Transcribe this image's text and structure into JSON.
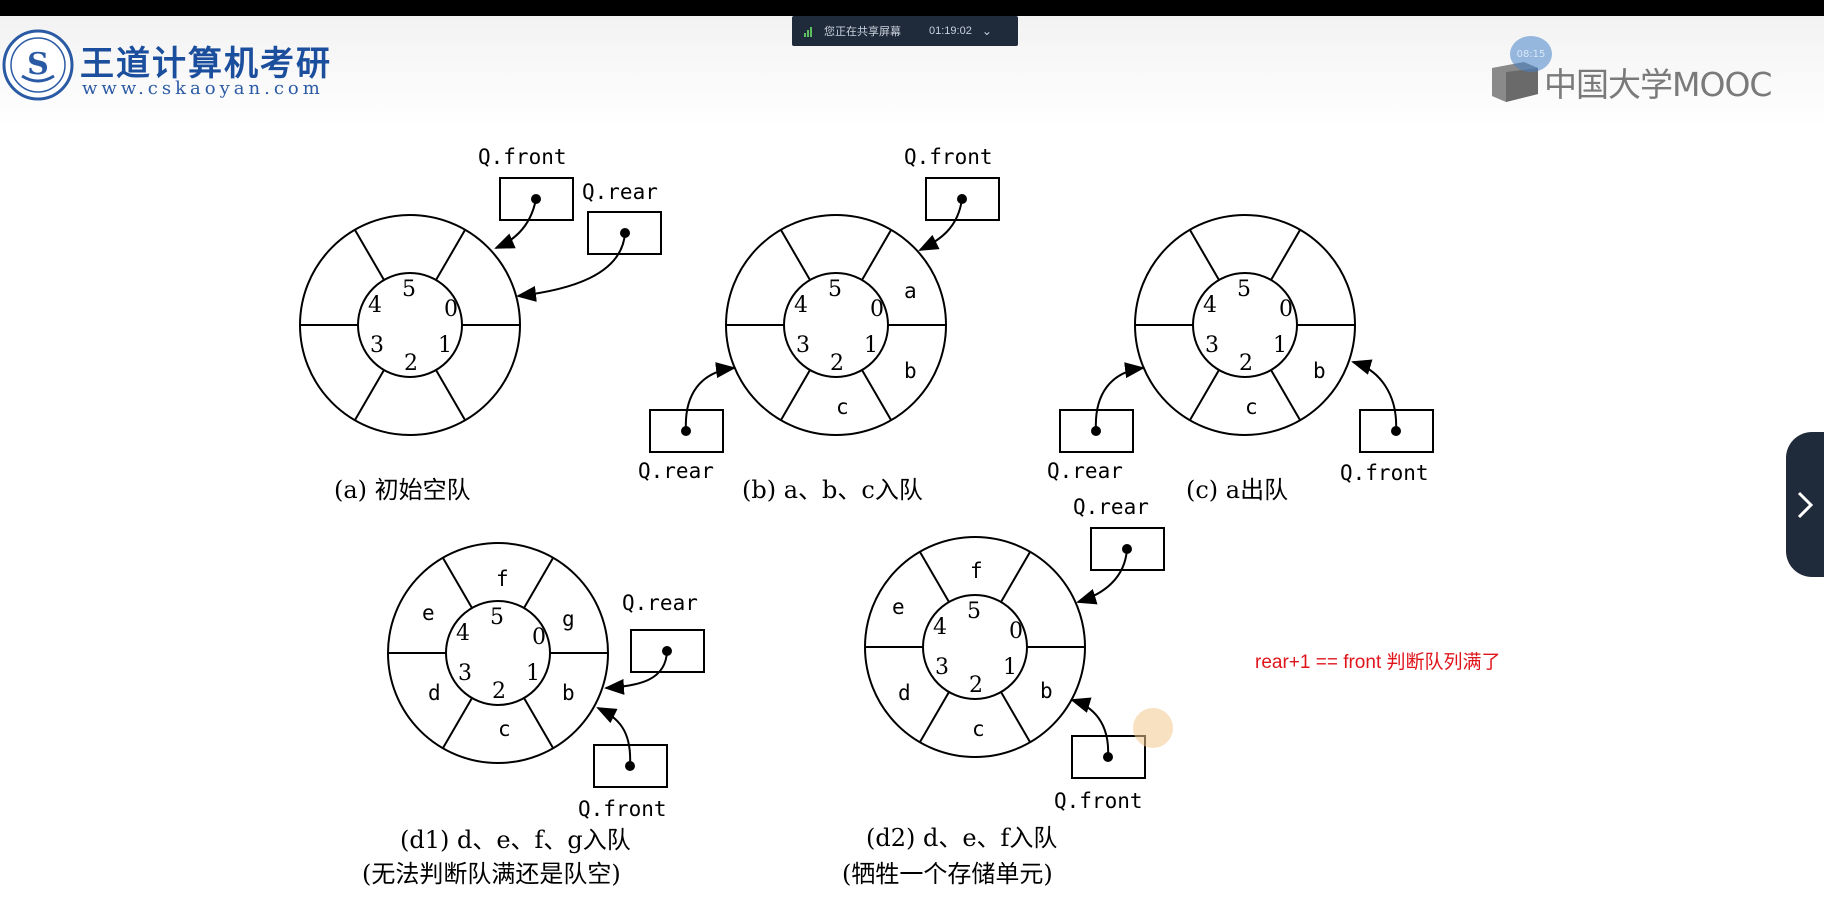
{
  "header": {
    "brand_title": "王道计算机考研",
    "brand_url": "www.cskaoyan.com",
    "mooc_label": "中国大学MOOC",
    "avatar_badge": "08:15"
  },
  "share_bar": {
    "status_text": "您正在共享屏幕",
    "elapsed_time": "01:19:02"
  },
  "diagrams": {
    "a": {
      "caption": "(a) 初始空队",
      "front_label": "Q.front",
      "rear_label": "Q.rear",
      "slots": [
        "0",
        "1",
        "2",
        "3",
        "4",
        "5"
      ]
    },
    "b": {
      "caption": "(b) a、b、c入队",
      "front_label": "Q.front",
      "rear_label": "Q.rear",
      "cells": [
        "a",
        "b",
        "c"
      ]
    },
    "c": {
      "caption": "(c) a出队",
      "front_label": "Q.front",
      "rear_label": "Q.rear",
      "cells": [
        "b",
        "c"
      ]
    },
    "d1": {
      "caption_line1": "(d1) d、e、f、g入队",
      "caption_line2": "(无法判断队满还是队空)",
      "front_label": "Q.front",
      "rear_label": "Q.rear",
      "cells": [
        "g",
        "b",
        "c",
        "d",
        "e",
        "f"
      ]
    },
    "d2": {
      "caption_line1": "(d2) d、e、f入队",
      "caption_line2": "(牺牲一个存储单元)",
      "front_label": "Q.front",
      "rear_label": "Q.rear",
      "cells": [
        "b",
        "c",
        "d",
        "e",
        "f"
      ]
    }
  },
  "annotation": {
    "text": "rear+1 == front 判断队列满了"
  },
  "icons": {
    "next": "chevron-right-icon",
    "dropdown": "chevron-down-icon",
    "signal": "signal-icon"
  },
  "colors": {
    "annotation": "#e0141b",
    "brand_blue": "#1b4e9c",
    "panel_dark": "#1f2a3a"
  }
}
